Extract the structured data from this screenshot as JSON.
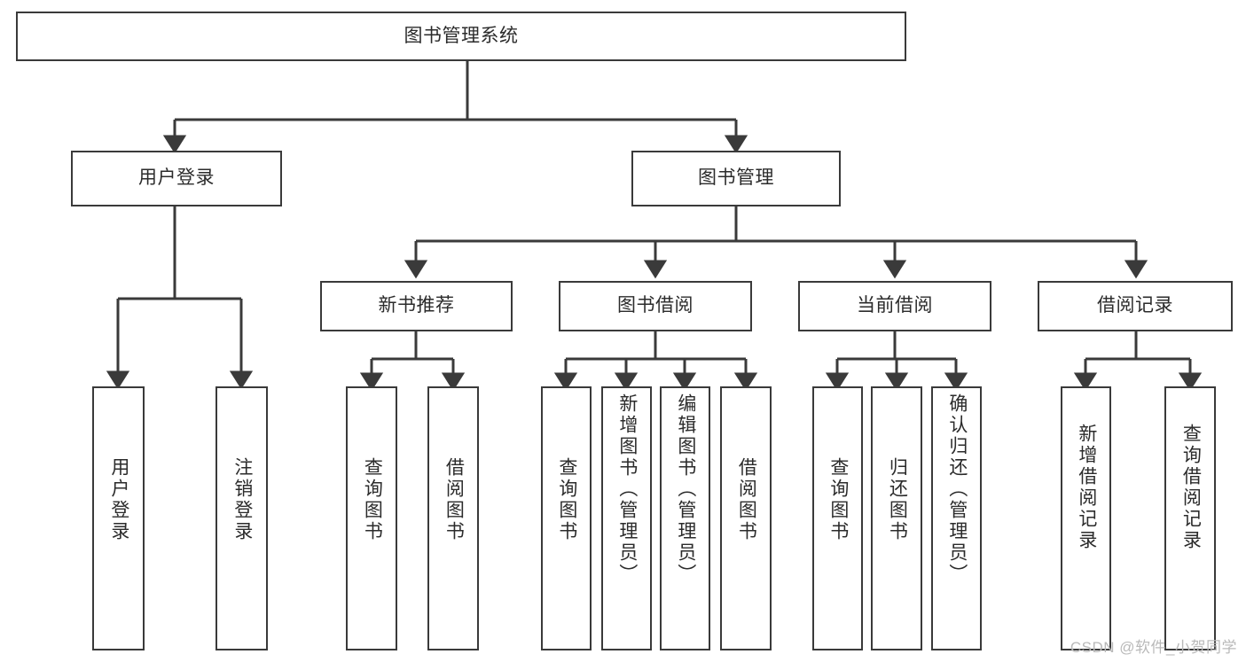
{
  "diagram": {
    "type": "tree-hierarchy",
    "title": "图书管理系统",
    "watermark": "CSDN @软件_小贺同学",
    "colors": {
      "box_border": "#3a3a3a",
      "box_fill": "#ffffff",
      "connector": "#3a3a3a",
      "text": "#2b2b2b",
      "watermark": "#b9b9b9"
    },
    "root": {
      "label": "图书管理系统"
    },
    "level1": [
      {
        "label": "用户登录"
      },
      {
        "label": "图书管理"
      }
    ],
    "level2": [
      {
        "label": "新书推荐"
      },
      {
        "label": "图书借阅"
      },
      {
        "label": "当前借阅"
      },
      {
        "label": "借阅记录"
      }
    ],
    "leaves": {
      "user_login": [
        {
          "label": "用户登录"
        },
        {
          "label": "注销登录"
        }
      ],
      "new_book": [
        {
          "label": "查询图书"
        },
        {
          "label": "借阅图书"
        }
      ],
      "book_borrow": [
        {
          "label": "查询图书"
        },
        {
          "label": "新增图书（管理员）"
        },
        {
          "label": "编辑图书（管理员）"
        },
        {
          "label": "借阅图书"
        }
      ],
      "current_borrow": [
        {
          "label": "查询图书"
        },
        {
          "label": "归还图书"
        },
        {
          "label": "确认归还（管理员）"
        }
      ],
      "borrow_record": [
        {
          "label": "新增借阅记录"
        },
        {
          "label": "查询借阅记录"
        }
      ]
    }
  }
}
